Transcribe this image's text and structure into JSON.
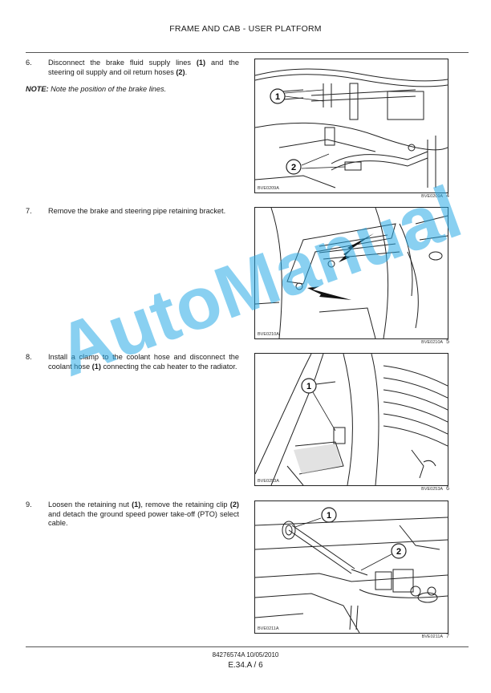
{
  "header": {
    "title": "FRAME AND CAB - USER PLATFORM"
  },
  "steps": [
    {
      "num": "6.",
      "parts": [
        "Disconnect the brake fluid supply lines ",
        "(1)",
        " and the steering oil supply and oil return hoses ",
        "(2)",
        "."
      ],
      "figure_code": "BVE0209A",
      "figure_ref": "BVE0209A",
      "figure_num": "4",
      "callouts": [
        "1",
        "2"
      ]
    },
    {
      "num": "7.",
      "parts": [
        "Remove the brake and steering pipe retaining bracket."
      ],
      "figure_code": "BVE0210A",
      "figure_ref": "BVE0210A",
      "figure_num": "5",
      "callouts": []
    },
    {
      "num": "8.",
      "parts": [
        "Install a clamp to the coolant hose and disconnect the coolant hose ",
        "(1)",
        " connecting the cab heater to the radiator."
      ],
      "figure_code": "BVE0253A",
      "figure_ref": "BVE0253A",
      "figure_num": "6",
      "callouts": [
        "1"
      ]
    },
    {
      "num": "9.",
      "parts": [
        "Loosen the retaining nut ",
        "(1)",
        ", remove the retaining clip ",
        "(2)",
        " and detach the ground speed power take-off (PTO) select cable."
      ],
      "figure_code": "BVE0211A",
      "figure_ref": "BVE0211A",
      "figure_num": "7",
      "callouts": [
        "1",
        "2"
      ]
    }
  ],
  "note": {
    "label": "NOTE:",
    "text": " Note the position of the brake lines."
  },
  "watermark": "AutoManual",
  "footer": {
    "doc": "84276574A 10/05/2010",
    "page": "E.34.A / 6"
  }
}
